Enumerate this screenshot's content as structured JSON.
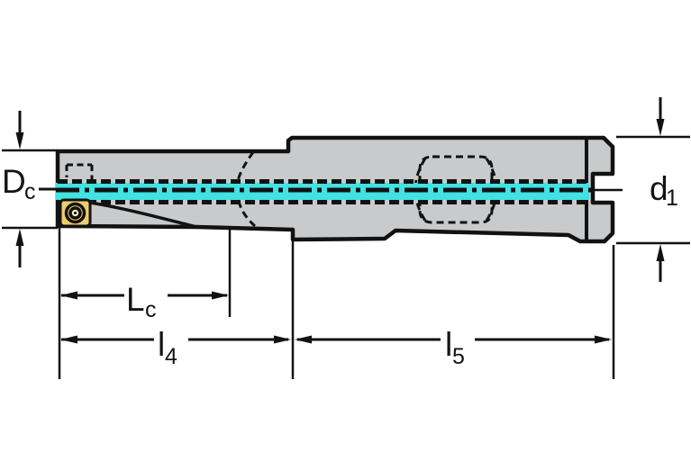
{
  "diagram": {
    "title": "indexable-insert-drill-dimension-drawing",
    "labels": {
      "Dc": {
        "base": "D",
        "sub": "c"
      },
      "d1": {
        "base": "d",
        "sub": "1"
      },
      "Lc": {
        "base": "L",
        "sub": "c"
      },
      "l4": {
        "base": "l",
        "sub": "4"
      },
      "l5": {
        "base": "l",
        "sub": "5"
      }
    },
    "colors": {
      "background": "#FFFFFF",
      "body_fill": "#C9CACB",
      "outline": "#121212",
      "coolant_cyan": "#41E1E4",
      "insert_yellow": "#ECCD6E",
      "screw_center": "#FFFFFF"
    }
  }
}
